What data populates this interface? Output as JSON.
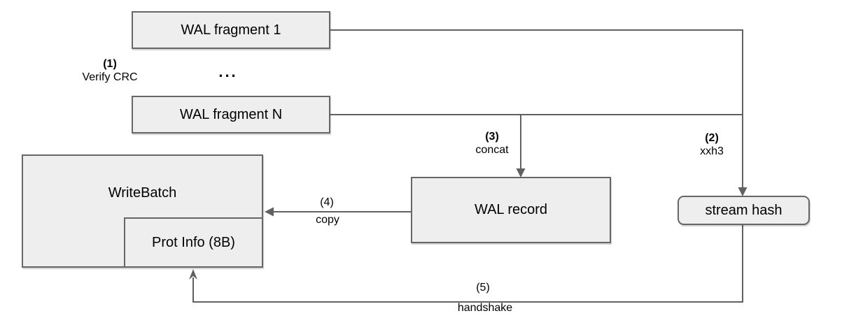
{
  "diagram": {
    "nodes": {
      "wal_fragment_1": "WAL fragment 1",
      "wal_fragment_n": "WAL fragment N",
      "write_batch": "WriteBatch",
      "prot_info": "Prot Info (8B)",
      "wal_record": "WAL record",
      "stream_hash": "stream hash"
    },
    "ellipsis": "...",
    "steps": {
      "s1": {
        "num": "(1)",
        "label": "Verify CRC"
      },
      "s2": {
        "num": "(2)",
        "label": "xxh3"
      },
      "s3": {
        "num": "(3)",
        "label": "concat"
      },
      "s4": {
        "num": "(4)",
        "label": "copy"
      },
      "s5": {
        "num": "(5)",
        "label": "handshake"
      }
    },
    "colors": {
      "box_fill": "#eeeeee",
      "box_border": "#666666",
      "line": "#616161",
      "text": "#000000",
      "background": "#ffffff"
    }
  }
}
